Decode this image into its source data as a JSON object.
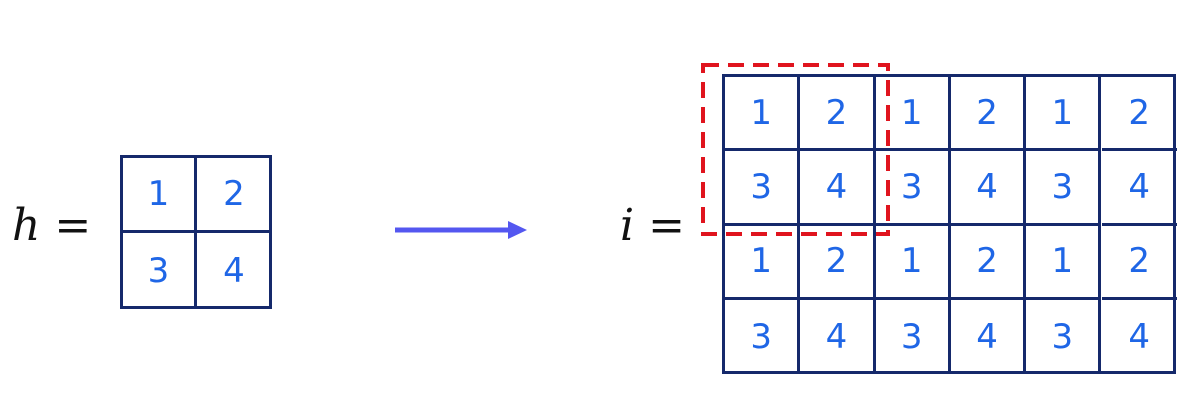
{
  "h_label": {
    "var": "h",
    "sign": "="
  },
  "i_label": {
    "var": "i",
    "sign": "="
  },
  "colors": {
    "grid_line": "#15296b",
    "cell_text": "#1f66e6",
    "arrow": "#5457f0",
    "highlight": "#e0141e"
  },
  "h_matrix": [
    [
      "1",
      "2"
    ],
    [
      "3",
      "4"
    ]
  ],
  "i_matrix": [
    [
      "1",
      "2",
      "1",
      "2",
      "1",
      "2"
    ],
    [
      "3",
      "4",
      "3",
      "4",
      "3",
      "4"
    ],
    [
      "1",
      "2",
      "1",
      "2",
      "1",
      "2"
    ],
    [
      "3",
      "4",
      "3",
      "4",
      "3",
      "4"
    ]
  ]
}
